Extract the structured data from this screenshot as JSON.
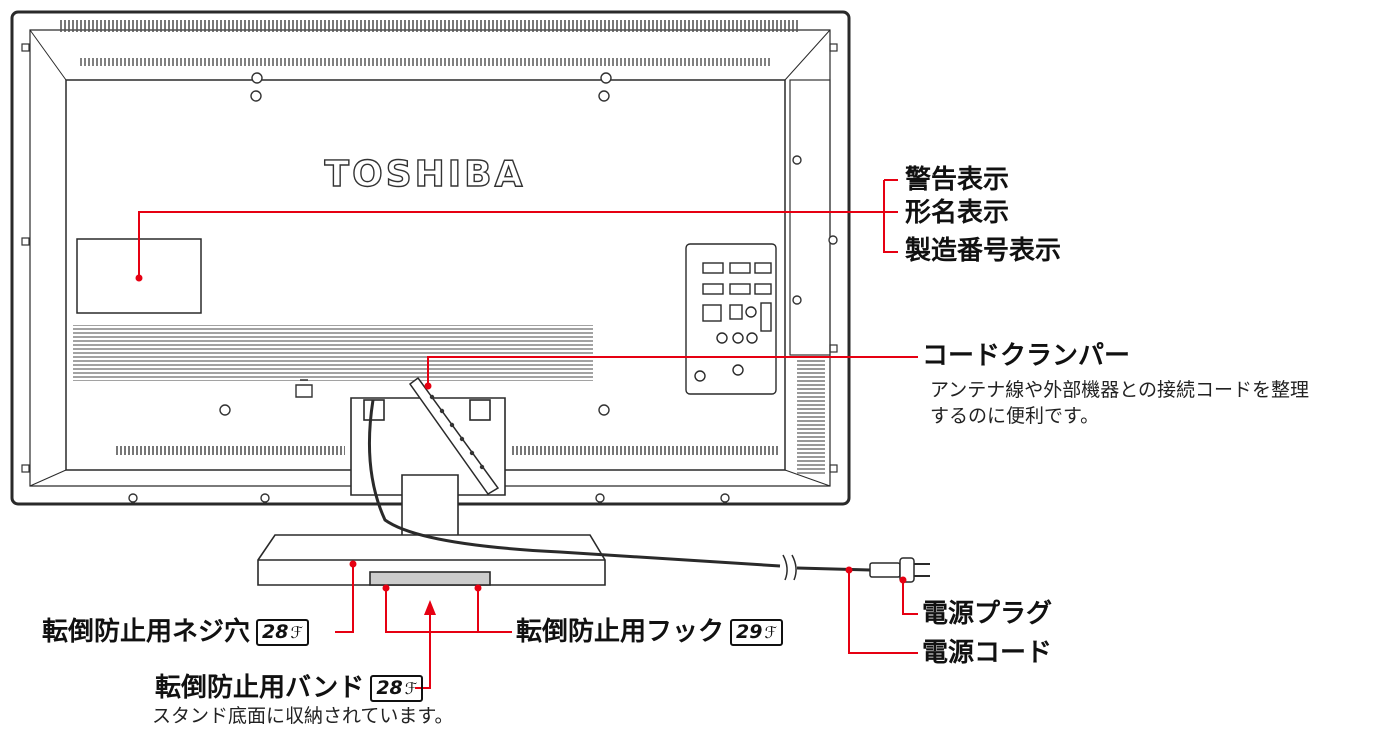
{
  "brand_logo": "TOSHIBA",
  "labels": {
    "warning": "警告表示",
    "model": "形名表示",
    "serial": "製造番号表示",
    "clamper": "コードクランパー",
    "clamper_note_1": "アンテナ線や外部機器との接続コードを整理",
    "clamper_note_2": "するのに便利です。",
    "plug": "電源プラグ",
    "cord": "電源コード",
    "screw_hole": "転倒防止用ネジ穴",
    "screw_hole_page": "28",
    "hook": "転倒防止用フック",
    "hook_page": "29",
    "band": "転倒防止用バンド",
    "band_page": "28",
    "band_note": "スタンド底面に収納されています。",
    "page_mark": "ℱ"
  },
  "colors": {
    "leader": "#e60012",
    "outline": "#2a2a2a",
    "panel": "#ffffff"
  }
}
